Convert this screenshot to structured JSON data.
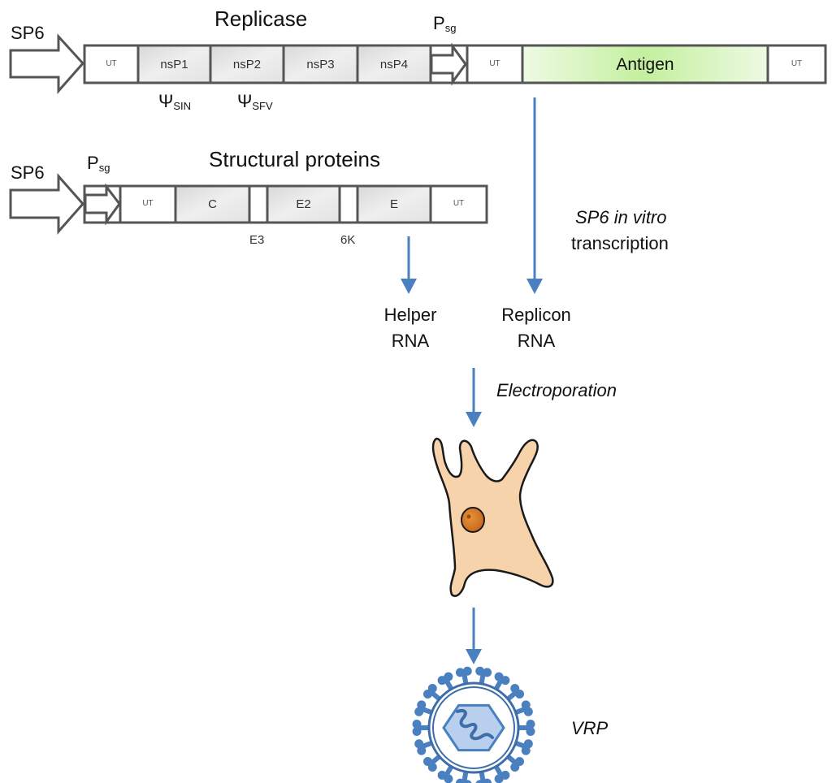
{
  "colors": {
    "box_stroke": "#555555",
    "segment_fill": "#e6e6e6",
    "antigen_fill": "#c8f0a8",
    "arrow_blue": "#4a7fc0",
    "cell_fill": "#f7d3ab",
    "cell_outline": "#1a1a1a",
    "nucleus_fill": "#d97a24",
    "virus_blue": "#4a7fc0",
    "capsid_fill": "#b9cfee"
  },
  "replicon_construct": {
    "title": "Replicase",
    "promoter_label": "SP6",
    "subgenomic_promoter": {
      "main": "P",
      "sub": "sg"
    },
    "segments": [
      {
        "label": "UT",
        "type": "utr"
      },
      {
        "label": "nsP1",
        "type": "protein"
      },
      {
        "label": "nsP2",
        "type": "protein"
      },
      {
        "label": "nsP3",
        "type": "protein"
      },
      {
        "label": "nsP4",
        "type": "protein"
      },
      {
        "label": "",
        "type": "promoter"
      },
      {
        "label": "UT",
        "type": "utr"
      },
      {
        "label": "Antigen",
        "type": "antigen"
      },
      {
        "label": "UT",
        "type": "utr"
      }
    ],
    "packaging_signals": [
      {
        "symbol": "Ψ",
        "sub": "SIN"
      },
      {
        "symbol": "Ψ",
        "sub": "SFV"
      }
    ]
  },
  "helper_construct": {
    "title": "Structural proteins",
    "promoter_label": "SP6",
    "subgenomic_promoter": {
      "main": "P",
      "sub": "sg"
    },
    "segments": [
      {
        "label": "",
        "type": "promoter"
      },
      {
        "label": "UT",
        "type": "utr"
      },
      {
        "label": "C",
        "type": "protein"
      },
      {
        "label": "",
        "type": "spacer"
      },
      {
        "label": "E2",
        "type": "protein"
      },
      {
        "label": "",
        "type": "spacer"
      },
      {
        "label": "E",
        "type": "protein"
      },
      {
        "label": "UT",
        "type": "utr"
      }
    ],
    "below_labels": [
      "E3",
      "6K"
    ]
  },
  "steps": {
    "transcription_line1": "SP6 in vitro",
    "transcription_line2": "transcription",
    "helper_rna_line1": "Helper",
    "helper_rna_line2": "RNA",
    "replicon_rna_line1": "Replicon",
    "replicon_rna_line2": "RNA",
    "electroporation": "Electroporation",
    "vrp": "VRP"
  }
}
